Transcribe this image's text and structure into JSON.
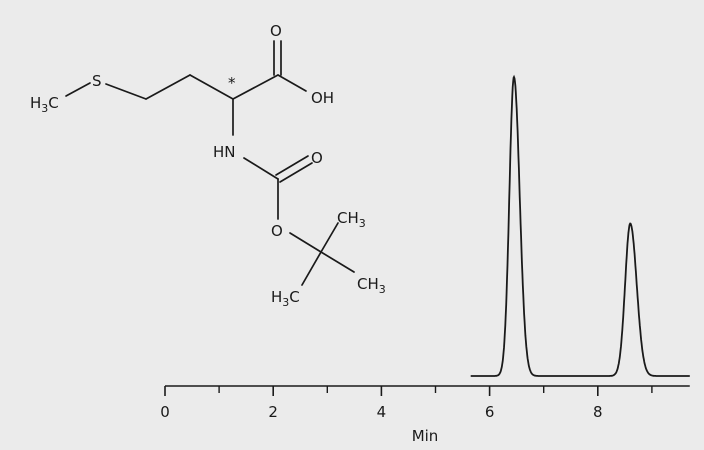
{
  "chart_data": {
    "type": "line",
    "xlabel": "Min",
    "xlim": [
      0,
      9.7
    ],
    "x_ticks": [
      "0",
      "2",
      "4",
      "6",
      "8"
    ],
    "x_minor_ticks": [
      1,
      3,
      5,
      7,
      9
    ],
    "series": [
      {
        "peaks": [
          {
            "x": 6.45,
            "height": 1.0
          },
          {
            "x": 8.6,
            "height": 0.51
          }
        ],
        "x_start": 5.65,
        "x_end": 9.7
      }
    ]
  },
  "structure": {
    "atoms": {
      "h3c_top": "H3C",
      "s": "S",
      "stereo_mark": "*",
      "o_acid": "O",
      "oh": "OH",
      "hn": "HN",
      "o_carbonyl": "O",
      "o_ester": "O",
      "ch3_a": "CH3",
      "ch3_b": "CH3",
      "h3c_bottom": "H3C"
    }
  },
  "colors": {
    "background": "#ebebeb",
    "ink": "#1a1a1a"
  }
}
